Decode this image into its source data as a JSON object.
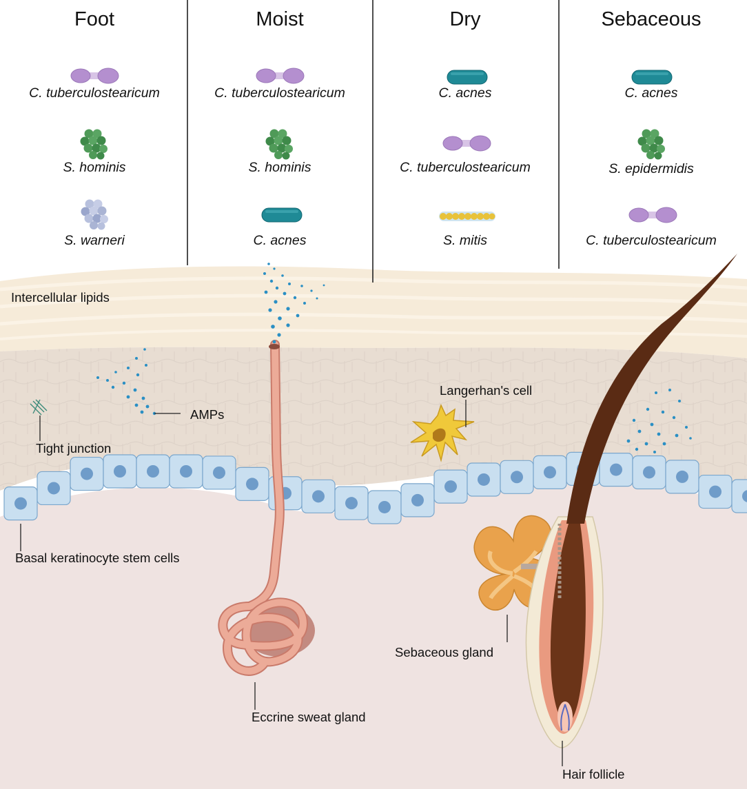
{
  "columns": [
    {
      "title": "Foot",
      "microbes": [
        {
          "name": "C. tuberculostearicum",
          "icon": "corynebacterium-icon"
        },
        {
          "name": "S. hominis",
          "icon": "staphylococcus-cluster-icon"
        },
        {
          "name": "S. warneri",
          "icon": "staphylococcus-cluster-icon"
        }
      ]
    },
    {
      "title": "Moist",
      "microbes": [
        {
          "name": "C. tuberculostearicum",
          "icon": "corynebacterium-icon"
        },
        {
          "name": "S. hominis",
          "icon": "staphylococcus-cluster-icon"
        },
        {
          "name": "C. acnes",
          "icon": "cutibacterium-rod-icon"
        }
      ]
    },
    {
      "title": "Dry",
      "microbes": [
        {
          "name": "C. acnes",
          "icon": "cutibacterium-rod-icon"
        },
        {
          "name": "C. tuberculostearicum",
          "icon": "corynebacterium-icon"
        },
        {
          "name": "S. mitis",
          "icon": "streptococcus-chain-icon"
        }
      ]
    },
    {
      "title": "Sebaceous",
      "microbes": [
        {
          "name": "C. acnes",
          "icon": "cutibacterium-rod-icon"
        },
        {
          "name": "S. epidermidis",
          "icon": "staphylococcus-cluster-icon"
        },
        {
          "name": "C. tuberculostearicum",
          "icon": "corynebacterium-icon"
        }
      ]
    }
  ],
  "labels": {
    "intercellular_lipids": "Intercellular lipids",
    "amps": "AMPs",
    "tight_junction": "Tight junction",
    "langerhans_cell": "Langerhan's cell",
    "basal_cells": "Basal keratinocyte stem cells",
    "sebaceous_gland": "Sebaceous gland",
    "eccrine_sweat_gland": "Eccrine sweat gland",
    "hair_follicle": "Hair follicle"
  },
  "colors": {
    "corynebacterium": "#b48fcf",
    "c_acnes": "#1f8a96",
    "s_hominis": "#3f8a4a",
    "s_epidermidis": "#3f8a4a",
    "s_warneri": "#aab4d4",
    "s_mitis": "#e8c23a",
    "amps": "#2a8fc4",
    "langerhans": "#f0c93a",
    "sebaceous": "#e9a24c",
    "hair": "#5a2b14",
    "sweat_duct": "#e39a86",
    "basal_cell": "#c9dff0",
    "dermis": "#efe3e1"
  }
}
